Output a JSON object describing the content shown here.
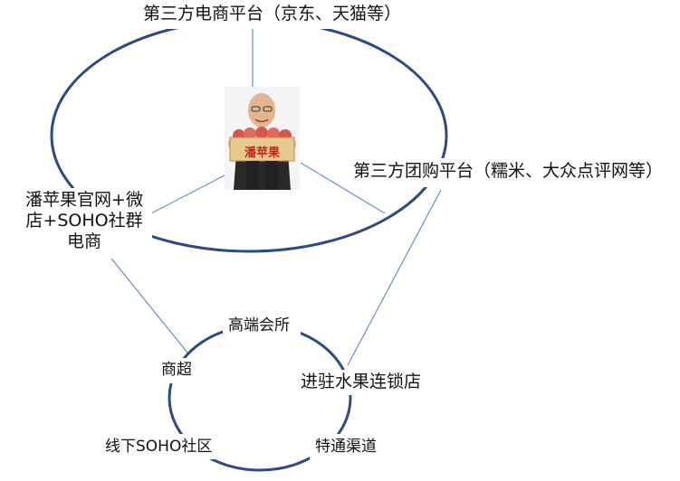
{
  "nodes": {
    "top": "第三方电商平台（京东、天猫等）",
    "right": "第三方团购平台（糯米、大众点评网等）",
    "left_lines": [
      "潘苹果官网+微",
      "店+SOHO社群",
      "电商"
    ],
    "kaisuo": "高端会所",
    "shangchao": "商超",
    "shuiguo": "进驻水果连锁店",
    "shequ": "线下SOHO社区",
    "tetong": "特通渠道"
  },
  "photo": {
    "crate_text": "潘苹果"
  },
  "colors": {
    "ellipse": "#2e4a80",
    "connector": "#6d8fc0",
    "text": "#111111"
  }
}
